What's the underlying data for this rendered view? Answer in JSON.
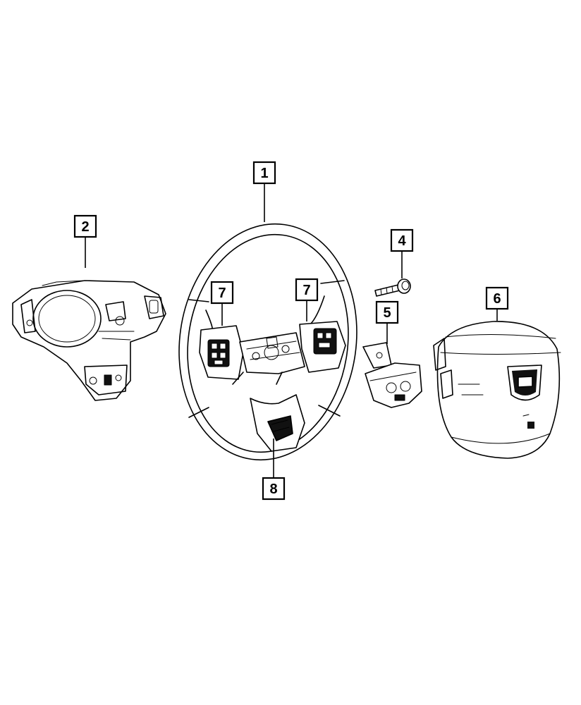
{
  "callouts": [
    {
      "id": "1",
      "label": "1"
    },
    {
      "id": "2",
      "label": "2"
    },
    {
      "id": "4",
      "label": "4"
    },
    {
      "id": "5",
      "label": "5"
    },
    {
      "id": "6",
      "label": "6"
    },
    {
      "id": "7a",
      "label": "7"
    },
    {
      "id": "7b",
      "label": "7"
    },
    {
      "id": "8",
      "label": "8"
    }
  ]
}
